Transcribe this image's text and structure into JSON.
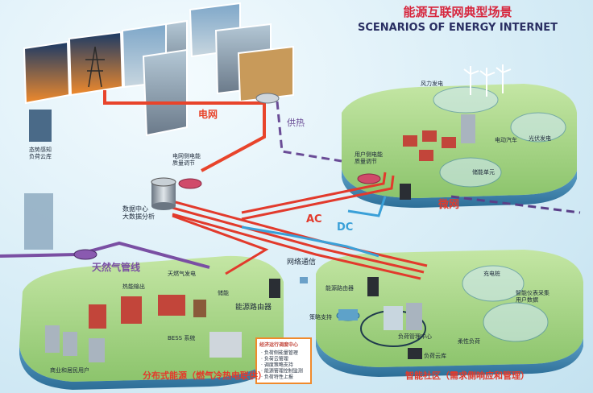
{
  "title_cn": "能源互联网典型场景",
  "title_en": "SCENARIOS OF ENERGY INTERNET",
  "labels": {
    "grid": "电网",
    "heat_supply": "供热",
    "ac": "AC",
    "dc": "DC",
    "microgrid": "微网",
    "gas_pipeline": "天然气管线",
    "network_comm": "网络通信",
    "situation_cloud": "态势感知\n负荷云库",
    "data_center": "数据中心\n大数据分析",
    "grid_side_quality": "电网侧电能\n质量调节",
    "energy_router_left": "能源路由器",
    "energy_router_right": "能源路由器",
    "user_side_quality": "用户侧电能\n质量调节",
    "wind_power": "风力发电",
    "ev": "电动汽车",
    "pv": "光伏发电",
    "storage_mg": "储能单元",
    "heat_output": "热能输出",
    "gas_gen": "天燃气发电",
    "storage_left": "储能",
    "bess": "BESS 系统",
    "business_residential": "商业和居民用户",
    "strategy_support": "策略支持",
    "load_manage_center": "负荷管理中心",
    "load_cloud": "负荷云库",
    "flexible_load": "柔性负荷",
    "smart_meter": "智能仪表采集\n用户数据",
    "charging": "充电桩",
    "dispatch_title": "经济运行调度中心",
    "dispatch_items": [
      "负荷侧能量管理",
      "负荷云管理",
      "调度策略支持",
      "能源管理控制监测",
      "负荷特性上报"
    ],
    "distributed_energy": "分布式能源（燃气冷热电联供）",
    "smart_community": "智能社区（需求侧响应和管理）"
  },
  "colors": {
    "grid_line": "#e8442b",
    "ac_line": "#e23a2c",
    "dc_line": "#3aa0d8",
    "gas_line": "#7a4fa3",
    "heat_dash": "#6a4c96",
    "microgrid_dash": "#5a3f88",
    "platform": "#9fd088",
    "title": "#d7263d",
    "title_en": "#2a2f63"
  }
}
